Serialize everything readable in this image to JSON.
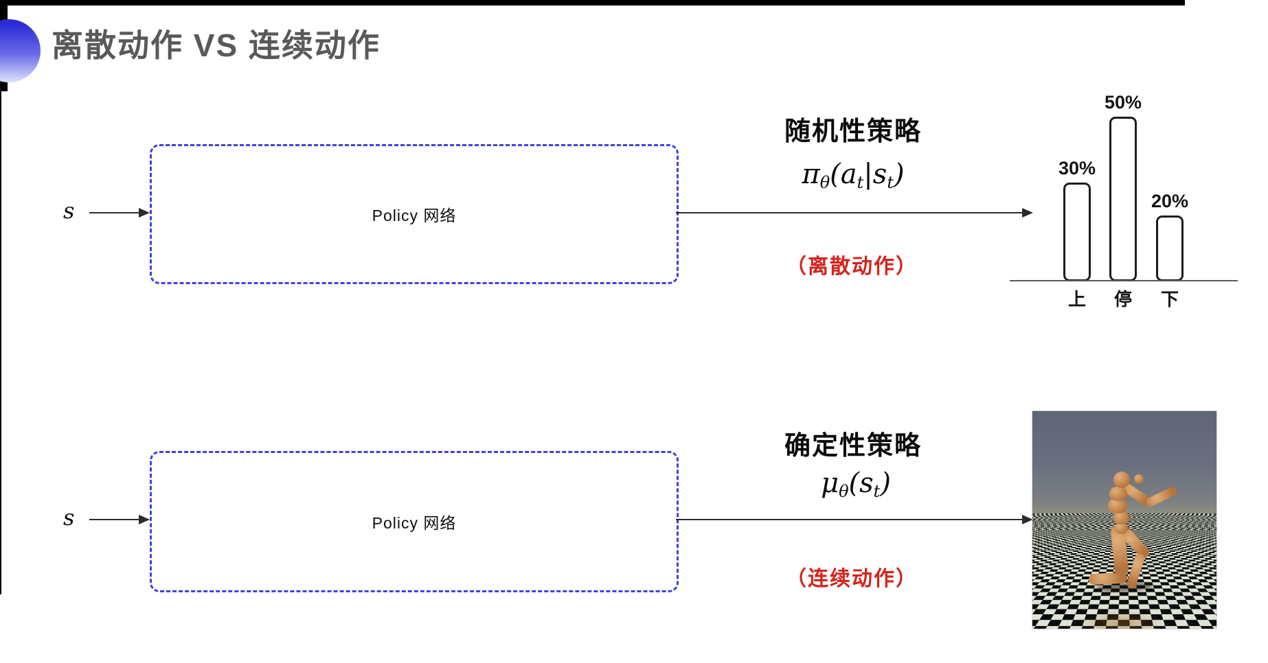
{
  "title": "离散动作 VS 连续动作",
  "sections": {
    "top": {
      "input_label": "s",
      "box_label": "Policy 网络",
      "policy_type": "随机性策略",
      "formula": {
        "base": "π",
        "base_sub": "θ",
        "open": "(",
        "arg1": "a",
        "arg1_sub": "t",
        "sep": "|",
        "arg2": "s",
        "arg2_sub": "t",
        "close": ")"
      },
      "action_note": "（离散动作）"
    },
    "bottom": {
      "input_label": "s",
      "box_label": "Policy 网络",
      "policy_type": "确定性策略",
      "formula": {
        "base": "μ",
        "base_sub": "θ",
        "open": "(",
        "arg1": "s",
        "arg1_sub": "t",
        "close": ")"
      },
      "action_note": "（连续动作）"
    }
  },
  "chart_data": {
    "type": "bar",
    "categories": [
      "上",
      "停",
      "下"
    ],
    "values": [
      30,
      50,
      20
    ],
    "value_labels": [
      "30%",
      "50%",
      "20%"
    ],
    "title": "",
    "xlabel": "",
    "ylabel": "",
    "ylim": [
      0,
      55
    ],
    "legend": "none",
    "grid": false,
    "style": "outlined rounded white bars on a single baseline, value labels above bars"
  },
  "colors": {
    "dashed_box_blue": "#4141dc",
    "red_note": "#d4231c",
    "title_gray": "#595959",
    "bar_outline": "#1c1c1c",
    "bullet_gradient_top": "#2b2bd5",
    "bullet_gradient_bottom": "#dfe3fb",
    "sim_sky": "#5e6577",
    "sim_humanoid_tan": "#c98f55"
  }
}
